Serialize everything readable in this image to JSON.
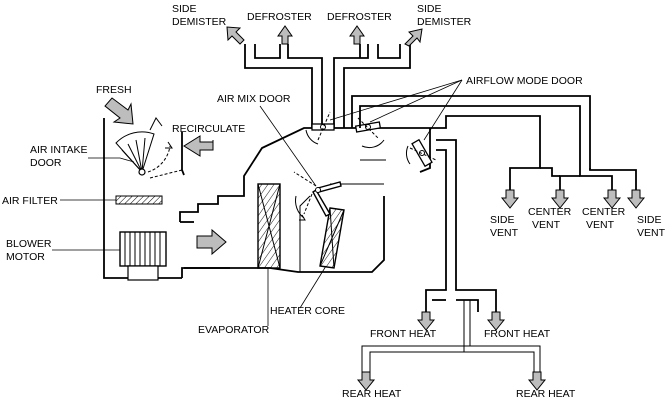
{
  "labels": {
    "side_demister_left": [
      "SIDE",
      "DEMISTER"
    ],
    "defroster_left": "DEFROSTER",
    "defroster_right": "DEFROSTER",
    "side_demister_right": [
      "SIDE",
      "DEMISTER"
    ],
    "fresh": "FRESH",
    "airflow_mode_door": "AIRFLOW MODE DOOR",
    "air_mix_door": "AIR MIX DOOR",
    "recirculate": "RECIRCULATE",
    "air_intake_door": [
      "AIR INTAKE",
      "DOOR"
    ],
    "air_filter": "AIR FILTER",
    "blower_motor": [
      "BLOWER",
      "MOTOR"
    ],
    "side_vent_left": [
      "SIDE",
      "VENT"
    ],
    "center_vent_left": [
      "CENTER",
      "VENT"
    ],
    "center_vent_right": [
      "CENTER",
      "VENT"
    ],
    "side_vent_right": [
      "SIDE",
      "VENT"
    ],
    "heater_core": "HEATER CORE",
    "evaporator": "EVAPORATOR",
    "front_heat_left": "FRONT HEAT",
    "front_heat_right": "FRONT HEAT",
    "rear_heat_left": "REAR HEAT",
    "rear_heat_right": "REAR HEAT"
  }
}
